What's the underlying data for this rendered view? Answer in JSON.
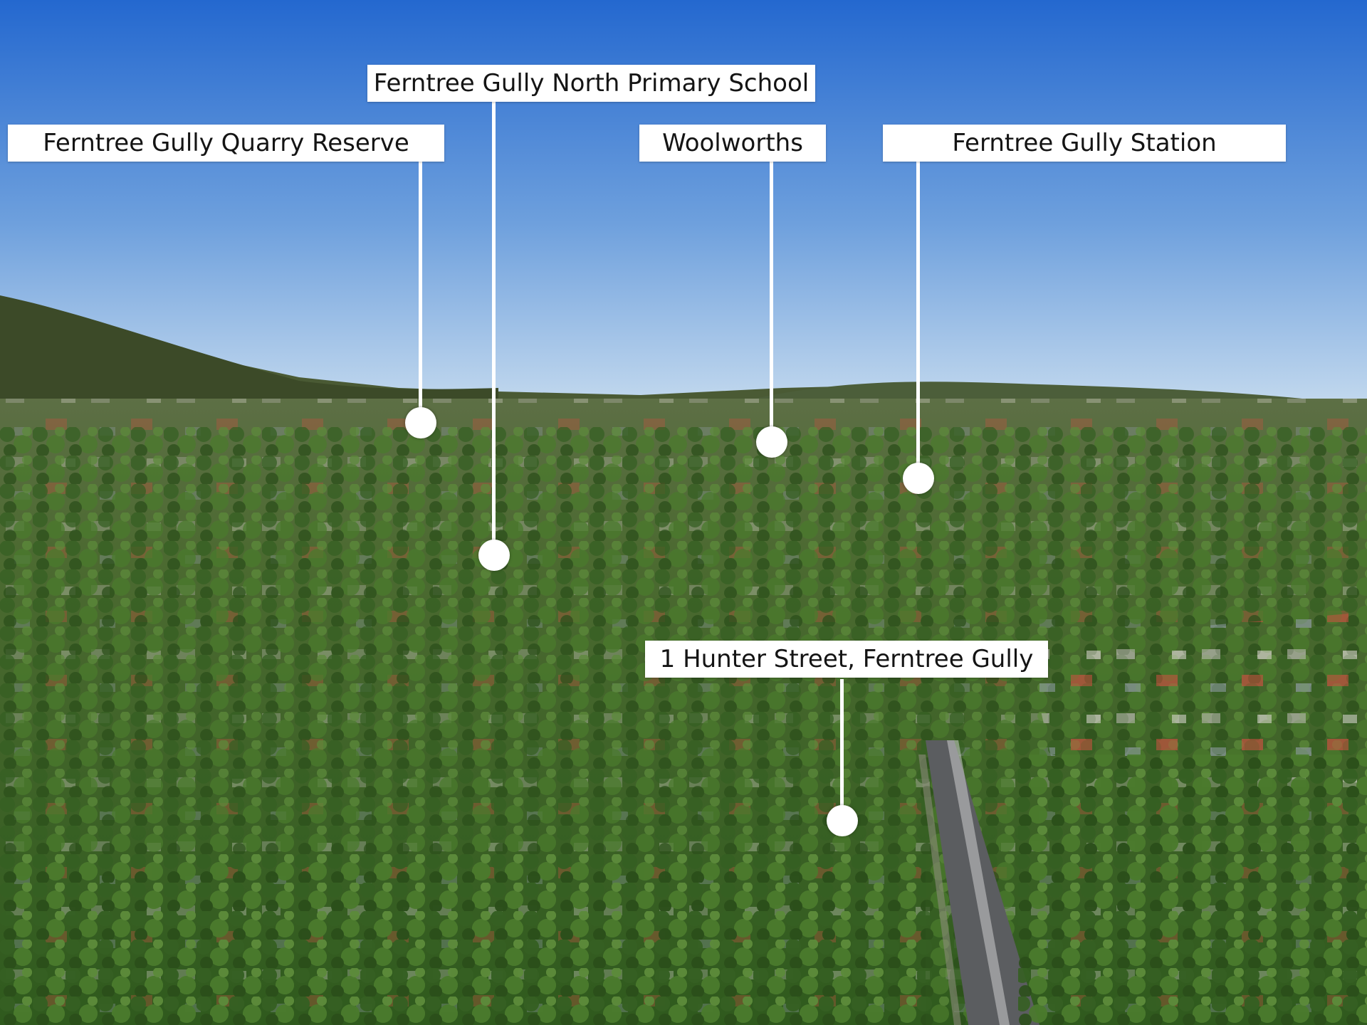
{
  "image": {
    "scene": "aerial-suburb-landscape",
    "colors": {
      "sky_top": "#2468cf",
      "sky_horizon": "#bcd6ef",
      "hills": "#3f4f2a",
      "trees": "#3e6a25",
      "road": "#5b5d60",
      "label_bg": "#ffffff",
      "label_text": "#141414"
    }
  },
  "callouts": [
    {
      "id": "quarry",
      "label": "Ferntree Gully Quarry Reserve"
    },
    {
      "id": "school",
      "label": "Ferntree Gully North Primary School"
    },
    {
      "id": "woolworths",
      "label": "Woolworths"
    },
    {
      "id": "station",
      "label": "Ferntree Gully Station"
    },
    {
      "id": "property",
      "label": "1 Hunter Street, Ferntree Gully"
    }
  ]
}
